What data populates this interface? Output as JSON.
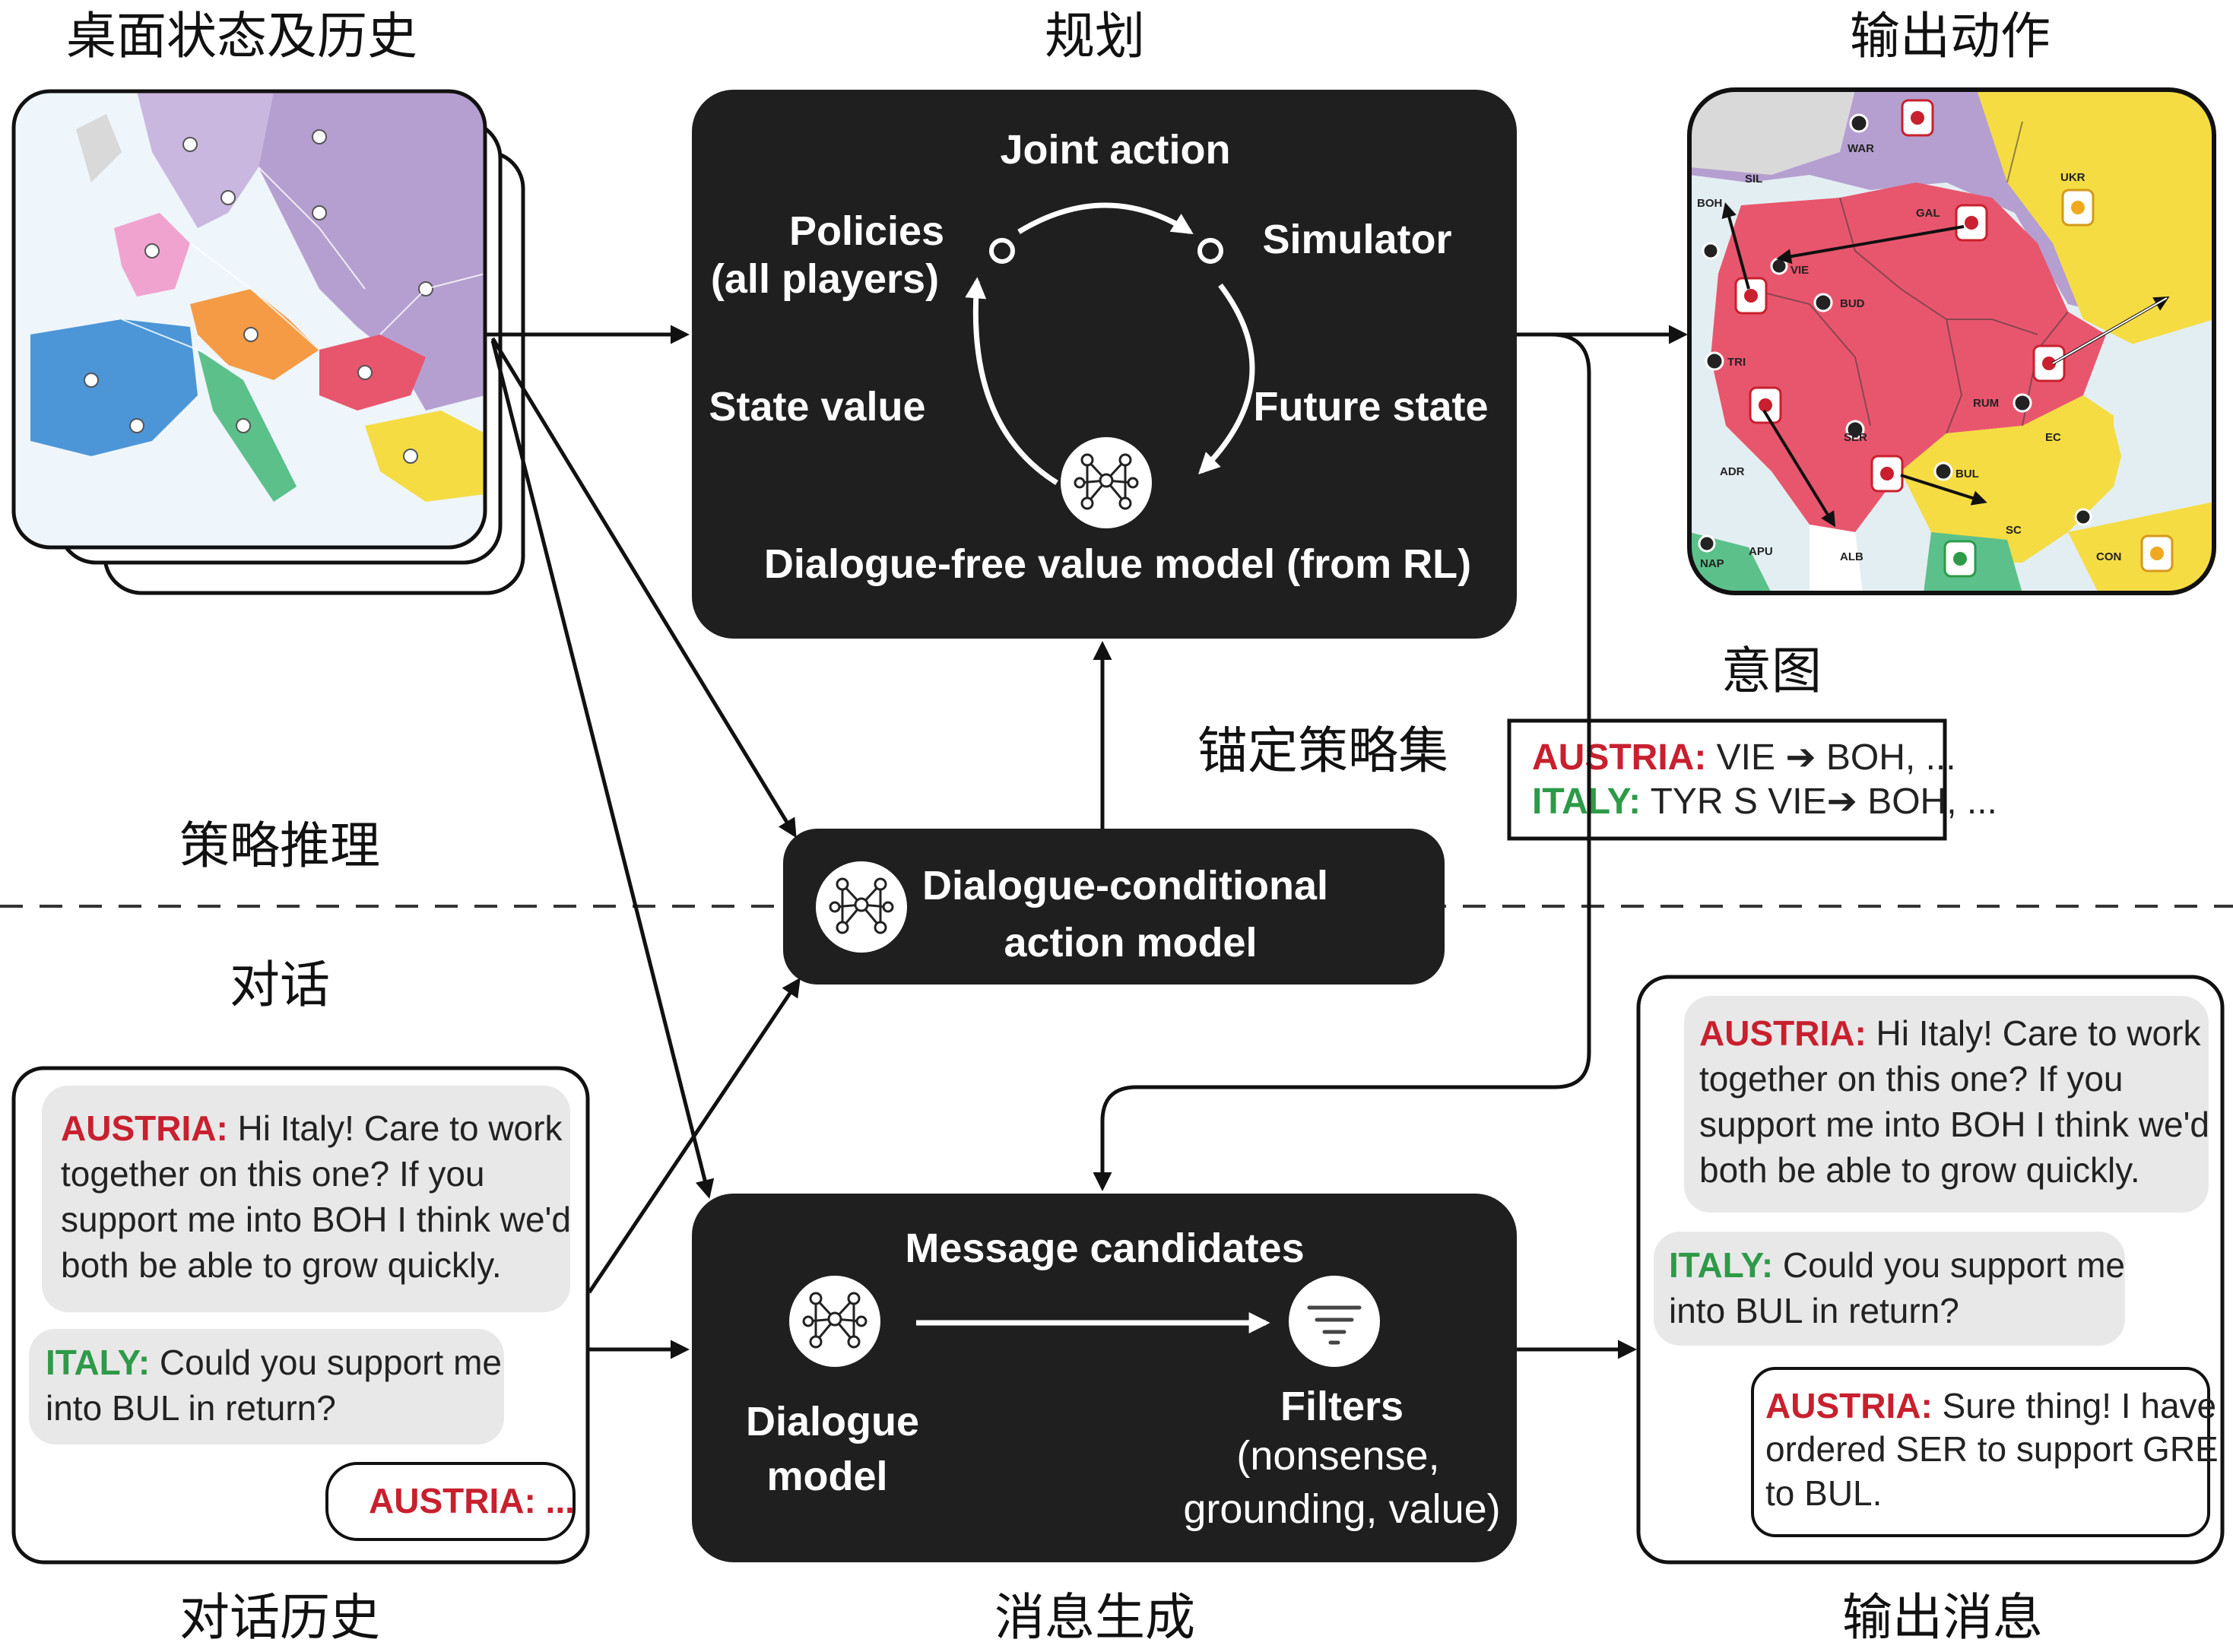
{
  "section_labels": {
    "board": "桌面状态及历史",
    "planning": "规划",
    "output_action": "输出动作",
    "intent": "意图",
    "anchor": "锚定策略集",
    "strategy": "策略推理",
    "dialogue": "对话",
    "dialogue_history": "对话历史",
    "message_gen": "消息生成",
    "output_message": "输出消息"
  },
  "planning": {
    "joint_action": "Joint action",
    "policies_l1": "Policies",
    "policies_l2": "(all players)",
    "simulator": "Simulator",
    "state_value": "State value",
    "future_state": "Future state",
    "value_model": "Dialogue-free value model (from RL)"
  },
  "action_model": {
    "line1": "Dialogue-conditional",
    "line2": "action model"
  },
  "message_box": {
    "candidates": "Message candidates",
    "dialogue_l1": "Dialogue",
    "dialogue_l2": "model",
    "filters": "Filters",
    "filters_l2": "(nonsense,",
    "filters_l3": "grounding, value)"
  },
  "intent_box": {
    "austria_name": "AUSTRIA:",
    "austria_text": " VIE ➔ BOH, ...",
    "italy_name": "ITALY:",
    "italy_text": " TYR S VIE➔ BOH, ..."
  },
  "history_chat": {
    "austria_name": "AUSTRIA:",
    "austria_l1": " Hi Italy! Care to work",
    "austria_l2": "together on this one? If you",
    "austria_l3": "support me into BOH I think we'd",
    "austria_l4": "both be able to grow quickly.",
    "italy_name": "ITALY:",
    "italy_l1": " Could you support me",
    "italy_l2": "into BUL in return?",
    "austria_pending": "AUSTRIA: ..."
  },
  "output_chat": {
    "austria_name": "AUSTRIA:",
    "austria_l1": " Hi Italy! Care to work",
    "austria_l2": "together on this one? If you",
    "austria_l3": "support me into BOH I think we'd",
    "austria_l4": "both be able to grow quickly.",
    "italy_name": "ITALY:",
    "italy_l1": " Could you support me",
    "italy_l2": "into BUL in return?",
    "reply_name": "AUSTRIA:",
    "reply_l1": " Sure thing! I have",
    "reply_l2": "ordered SER to support GRE",
    "reply_l3": "to BUL."
  },
  "map_labels": {
    "sil": "SIL",
    "war": "WAR",
    "ukr": "UKR",
    "boh": "BOH",
    "gal": "GAL",
    "vie": "VIE",
    "bud": "BUD",
    "tri": "TRI",
    "rum": "RUM",
    "ser": "SER",
    "bul": "BUL",
    "ec": "EC",
    "adr": "ADR",
    "sc": "SC",
    "apu": "APU",
    "alb": "ALB",
    "con": "CON",
    "nap": "NAP"
  },
  "colors": {
    "panel": "#1f1f1f",
    "austria": "#c8202e",
    "italy": "#2e9a48",
    "austria_map": "#e8566d",
    "russia_map": "#b59fd0",
    "turkey_map": "#f5dc43"
  }
}
